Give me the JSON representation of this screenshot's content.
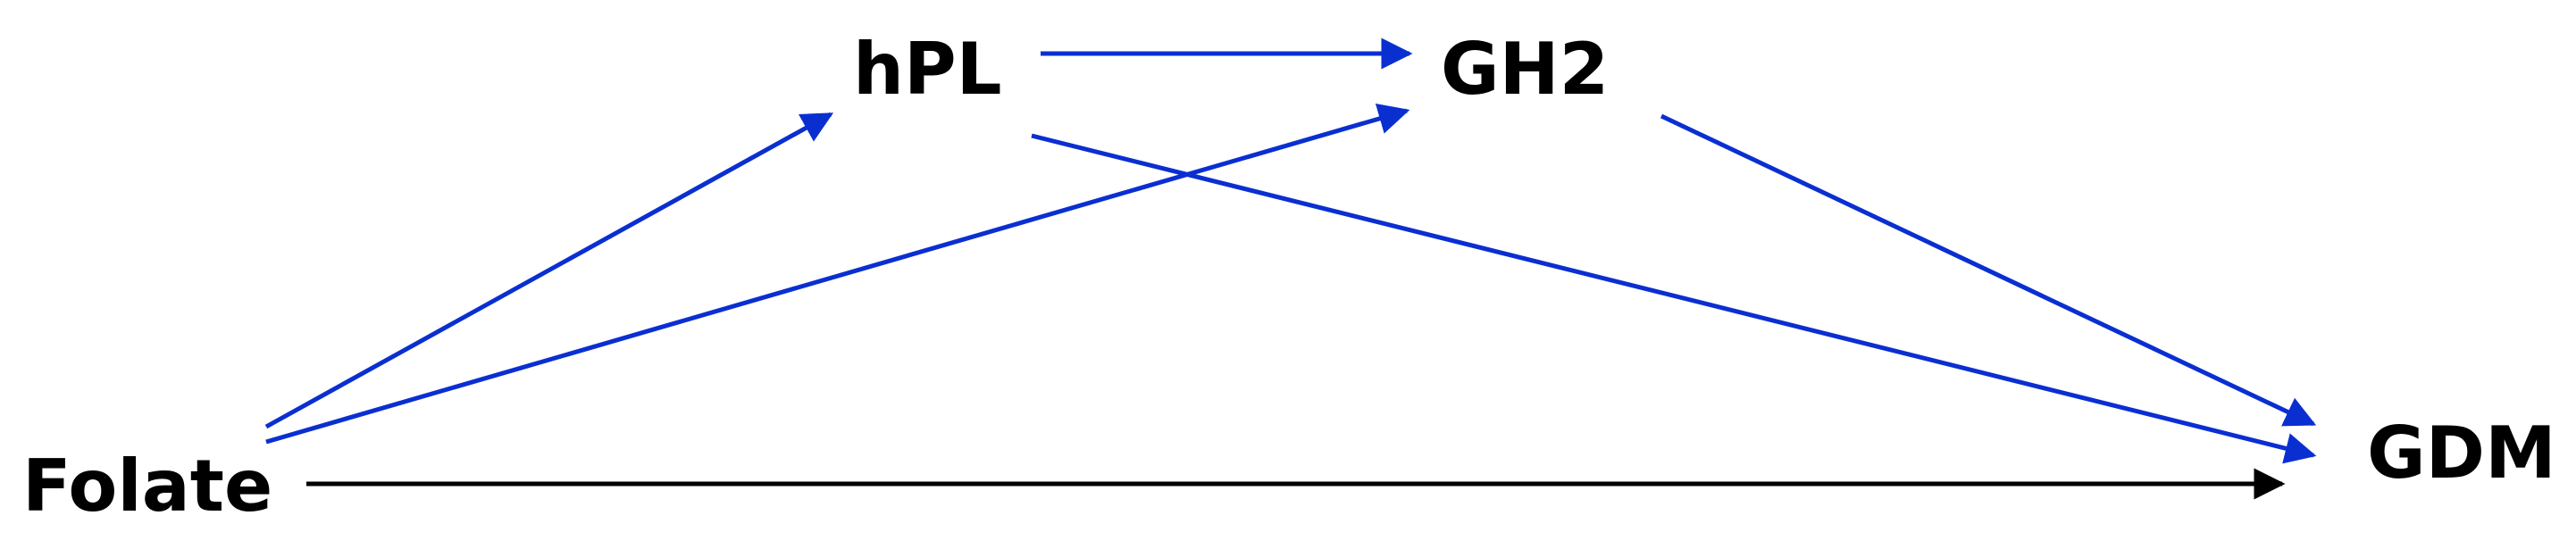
{
  "diagram": {
    "nodes": {
      "hpl": {
        "label": "hPL"
      },
      "gh2": {
        "label": "GH2"
      },
      "folate": {
        "label": "Folate"
      },
      "gdm": {
        "label": "GDM"
      }
    },
    "edges": [
      {
        "from": "folate",
        "to": "hpl",
        "color": "#0a2fd1"
      },
      {
        "from": "folate",
        "to": "gh2",
        "color": "#0a2fd1"
      },
      {
        "from": "hpl",
        "to": "gh2",
        "color": "#0a2fd1"
      },
      {
        "from": "hpl",
        "to": "gdm",
        "color": "#0a2fd1"
      },
      {
        "from": "gh2",
        "to": "gdm",
        "color": "#0a2fd1"
      },
      {
        "from": "folate",
        "to": "gdm",
        "color": "#000000"
      }
    ]
  }
}
